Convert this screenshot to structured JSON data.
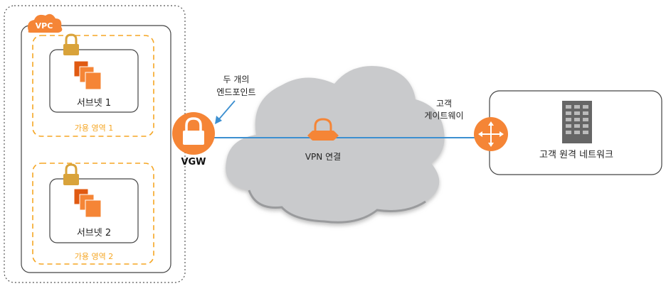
{
  "vpc": {
    "label": "VPC"
  },
  "zones": [
    {
      "subnet_label": "서브넷 1",
      "zone_label": "가용 영역 1"
    },
    {
      "subnet_label": "서브넷 2",
      "zone_label": "가용 영역 2"
    }
  ],
  "vgw": {
    "label": "VGW",
    "endpoint_line1": "두 개의",
    "endpoint_line2": "엔드포인트"
  },
  "vpn": {
    "label": "VPN 연결"
  },
  "customer_gateway": {
    "line1": "고객",
    "line2": "게이트웨이"
  },
  "customer_network": {
    "label": "고객 원격 네트워크"
  },
  "colors": {
    "orange": "#F58536",
    "orange_dark": "#E05A12",
    "lock_gold": "#D9A33A",
    "link_blue": "#3C8FD0",
    "zone_dash": "#F5A623",
    "cloud_grey": "#C9CACC"
  }
}
